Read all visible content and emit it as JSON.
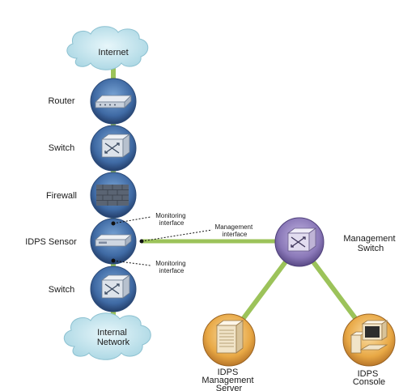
{
  "nodes": {
    "internet": {
      "label": "Internet"
    },
    "router": {
      "label": "Router"
    },
    "switch_top": {
      "label": "Switch"
    },
    "firewall": {
      "label": "Firewall"
    },
    "idps_sensor": {
      "label": "IDPS Sensor"
    },
    "switch_bottom": {
      "label": "Switch"
    },
    "internal_network": {
      "label_lines": [
        "Internal",
        "Network"
      ]
    },
    "management_switch": {
      "label_lines": [
        "Management",
        "Switch"
      ]
    },
    "idps_management_server": {
      "label_lines": [
        "IDPS",
        "Management",
        "Server"
      ]
    },
    "idps_console": {
      "label_lines": [
        "IDPS",
        "Console"
      ]
    }
  },
  "annotations": {
    "monitoring_top": [
      "Monitoring",
      "interface"
    ],
    "management": [
      "Management",
      "interface"
    ],
    "monitoring_bottom": [
      "Monitoring",
      "interface"
    ]
  },
  "colors": {
    "link": "#9cc35a",
    "cloud": "#bfe3ec",
    "node_blue": "#3f6aa4",
    "node_purple": "#8a78b8",
    "node_orange": "#e8a845"
  },
  "icons": {
    "router": "router-icon",
    "switch": "switch-icon",
    "firewall": "firewall-icon",
    "sensor": "sensor-appliance-icon",
    "server": "server-icon",
    "console": "workstation-icon",
    "cloud": "cloud-icon"
  }
}
